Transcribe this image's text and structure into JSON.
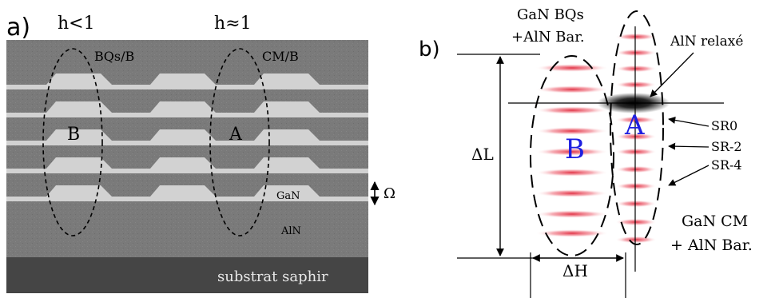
{
  "panel_a": {
    "label": "a)",
    "h_less": "h<1",
    "h_approx": "h≈1",
    "region_bqs": "BQs/B",
    "region_cm": "CM/B",
    "mark_b": "B",
    "mark_a": "A",
    "layer_gan": "GaN",
    "layer_aln": "AlN",
    "substrate": "substrat saphir",
    "omega": "Ω",
    "colors": {
      "background": "#7a7a7a",
      "gan_layer": "#d2d2d2",
      "substrate": "#454545"
    }
  },
  "panel_b": {
    "label": "b)",
    "bqs_title_1": "GaN BQs",
    "bqs_title_2": "+AlN Bar.",
    "aln_relaxe": "AlN relaxé",
    "mark_b": "B",
    "mark_a": "A",
    "sr0": "SR0",
    "sr2": "SR-2",
    "sr4": "SR-4",
    "delta_l": "ΔL",
    "delta_h": "ΔH",
    "cm_title_1": "GaN CM",
    "cm_title_2": "+ AlN Bar.",
    "colors": {
      "satellite_red": "#e0283c",
      "label_blue": "#1f1fe0",
      "aln_peak": "#000000"
    }
  }
}
